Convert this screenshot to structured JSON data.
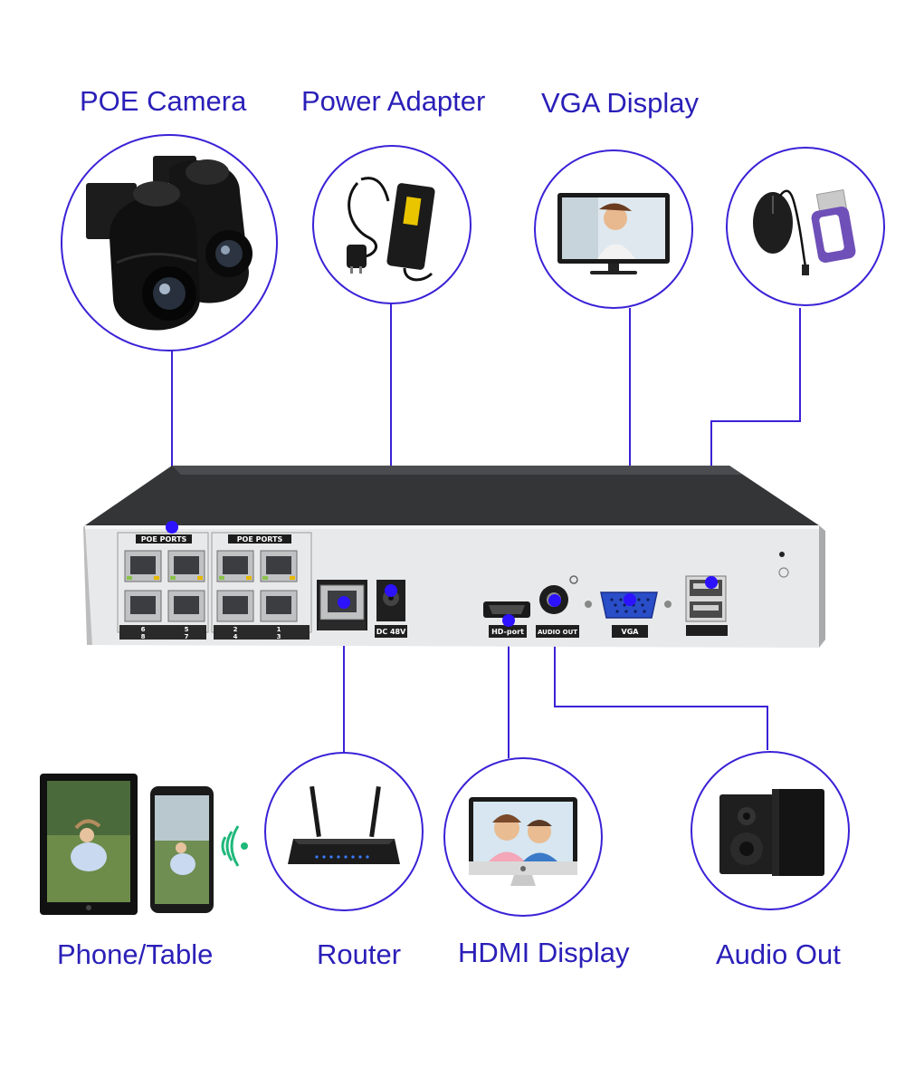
{
  "components": {
    "poe_camera": "POE Camera",
    "power_adapter": "Power Adapter",
    "vga_display": "VGA Display",
    "phone_table": "Phone/Table",
    "router": "Router",
    "hdmi_display": "HDMI Display",
    "audio_out": "Audio Out"
  },
  "ports": {
    "poe_ports_left": "POE PORTS",
    "poe_ports_right": "POE PORTS",
    "dc": "DC 48V",
    "hdmi": "HD-port",
    "audio": "AUDIO OUT",
    "vga": "VGA"
  },
  "port_numbers": {
    "top": [
      "6",
      "5",
      "2",
      "1"
    ],
    "bottom": [
      "8",
      "7",
      "4",
      "3"
    ]
  },
  "colors": {
    "accent": "#2a1fb8",
    "wire": "#3a22d6",
    "dot": "#2d12ff",
    "nvr_body": "#e9e9ea",
    "nvr_top": "#333537"
  }
}
